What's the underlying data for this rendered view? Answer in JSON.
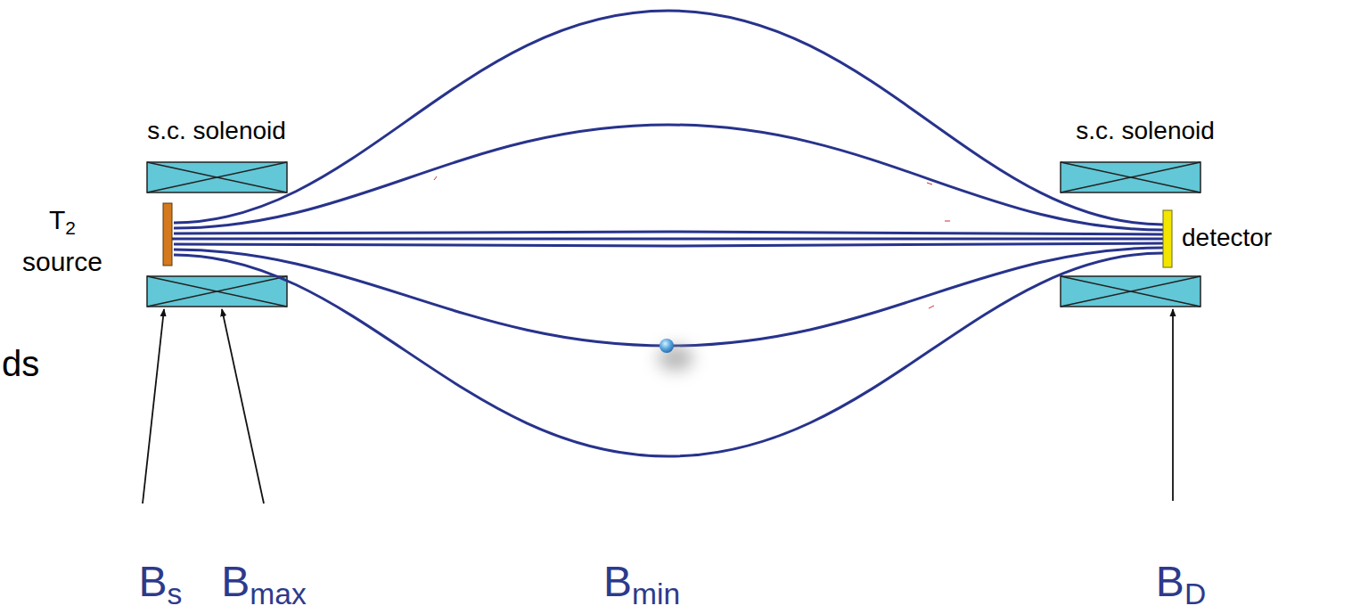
{
  "diagram": {
    "labels": [
      "s.c. solenoid",
      "s.c. solenoid",
      "T2 source",
      "detector",
      "ds",
      "Bs",
      "Bmax",
      "Bmin",
      "BD"
    ]
  }
}
